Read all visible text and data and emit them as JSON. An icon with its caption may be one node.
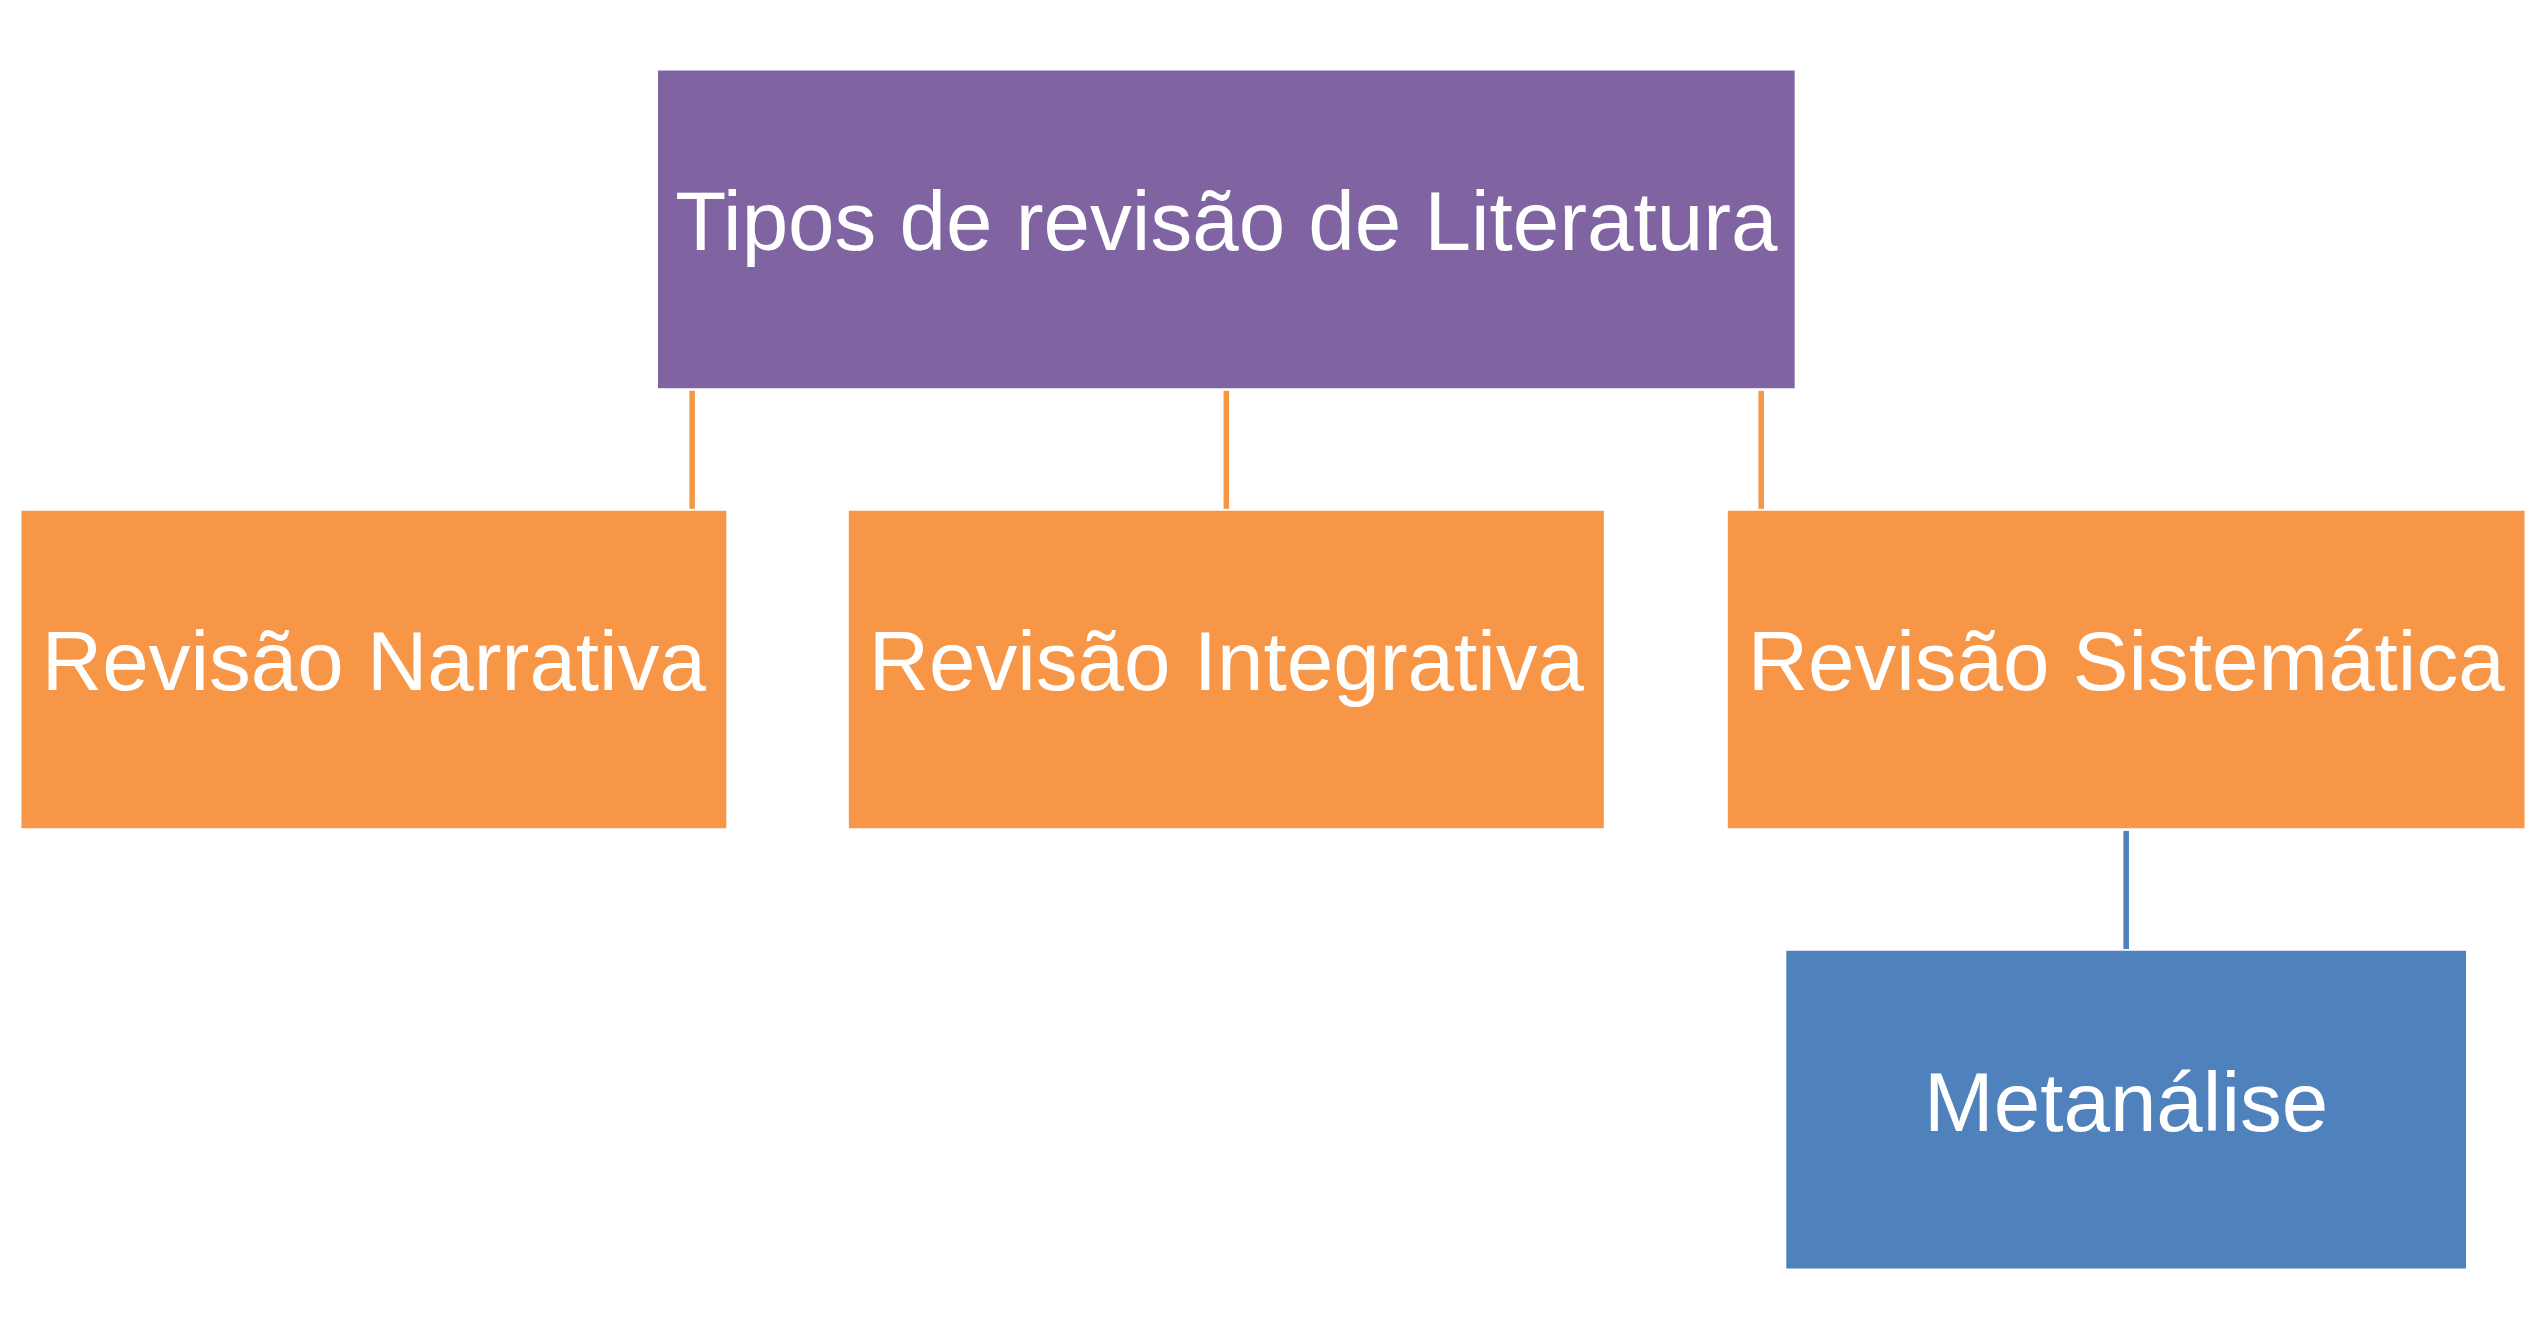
{
  "diagram": {
    "nodes": [
      {
        "text": [
          "Tipos de revisão de Literatura"
        ]
      },
      {
        "text": [
          "Revisão Narrativa"
        ]
      },
      {
        "text": [
          "Revisão Integrativa"
        ]
      },
      {
        "text": [
          "Revisão Sistemática"
        ]
      },
      {
        "text": [
          "Metanálise"
        ]
      }
    ],
    "edges": [
      {
        "from": 0,
        "to": 1,
        "arrow": "none"
      },
      {
        "from": 0,
        "to": 2,
        "arrow": "none"
      },
      {
        "from": 0,
        "to": 3,
        "arrow": "none"
      },
      {
        "from": 3,
        "to": 4,
        "arrow": "none",
        "color": "#4f81bd"
      }
    ]
  }
}
